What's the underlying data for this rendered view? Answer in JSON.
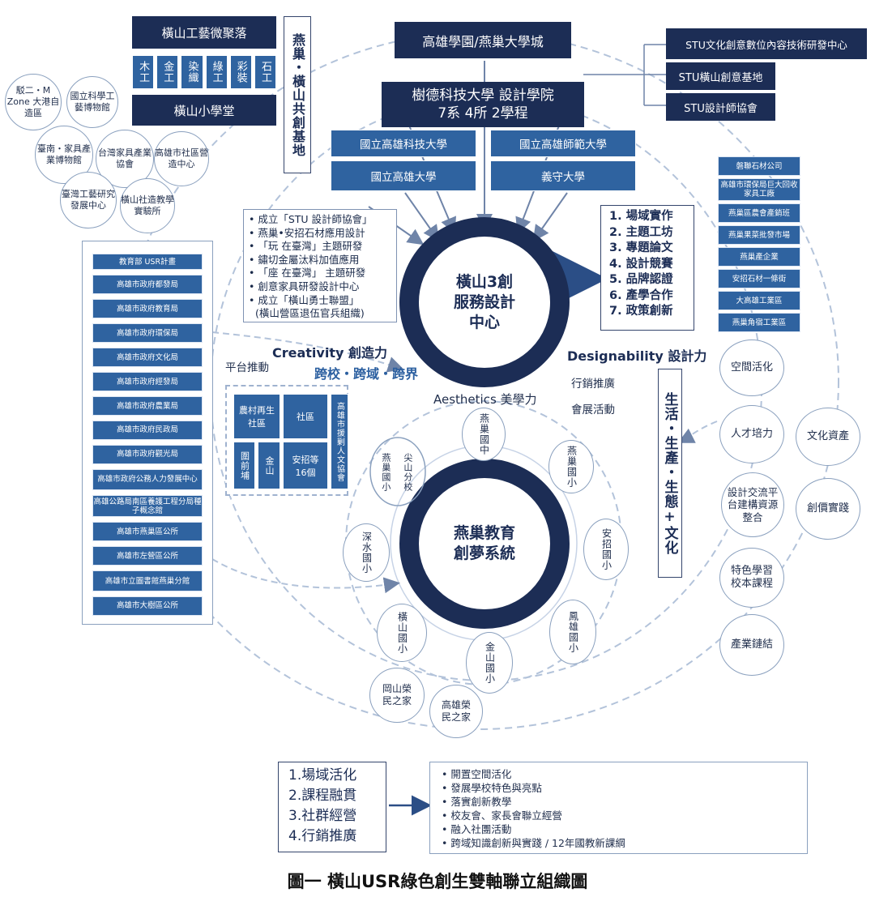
{
  "top": {
    "hengshan_crafts_cluster": "橫山工藝微聚落",
    "crafts": [
      "木工",
      "金工",
      "染織",
      "綠工",
      "彩裝",
      "石工"
    ],
    "hengshan_school": "橫山小學堂",
    "co_creation_base": "燕巢・橫山共創基地",
    "kaohsiung_city": "高雄學園/燕巢大學城",
    "stu_college_line1": "樹德科技大學 設計學院",
    "stu_college_line2": "7系 4所 2學程",
    "stu_centers": [
      "STU文化創意數位內容技術研發中心",
      "STU橫山創意基地",
      "STU設計師協會"
    ]
  },
  "universities": [
    "國立高雄科技大學",
    "國立高雄師範大學",
    "國立高雄大學",
    "義守大學"
  ],
  "left_circles": [
    "駁二・M Zone 大港自造區",
    "國立科學工藝博物館",
    "臺南・家具產業博物館",
    "台灣家具產業協會",
    "高雄市社區營造中心",
    "臺灣工藝研究發展中心",
    "橫山社造教學實驗所"
  ],
  "achievements": [
    "成立「STU 設計師協會」",
    "燕巢•安招石材應用設計",
    "「玩 在臺灣」主題研發",
    "鏽切金屬汰料加值應用",
    "「座 在臺灣」 主題研發",
    "創意家具研發設計中心",
    "成立「橫山勇士聯盟」",
    "(橫山營區退伍官兵組織)"
  ],
  "practice_list": [
    "1. 場域實作",
    "2. 主題工坊",
    "3. 專題論文",
    "4. 設計競賽",
    "5. 品牌認證",
    "6. 產學合作",
    "7. 政策創新"
  ],
  "right_orgs": [
    "磐聯石材公司",
    "高雄市環保局巨大回收家具工廠",
    "燕巢區農會產銷班",
    "燕巢果菜批發市場",
    "燕巢產企業",
    "安招石材一條街",
    "大高雄工業區",
    "燕巢角宿工業區"
  ],
  "gov_units": [
    "教育部 USR計畫",
    "高雄市政府都發局",
    "高雄市政府教育局",
    "高雄市政府環保局",
    "高雄市政府文化局",
    "高雄市政府經發局",
    "高雄市政府農業局",
    "高雄市政府民政局",
    "高雄市政府觀光局",
    "高雄市政府公務人力發展中心",
    "高雄公路局南區養護工程分局種子概念館",
    "高雄市燕巢區公所",
    "高雄市左營區公所",
    "高雄市立圖書館燕巢分館",
    "高雄市大樹區公所"
  ],
  "center_top": "橫山3創服務設計中心",
  "center_bottom": "燕巢教育創夢系統",
  "labels": {
    "creativity": "Creativity 創造力",
    "cross": "跨校・跨域・跨界",
    "designability": "Designability 設計力",
    "aesthetics": "Aesthetics 美學力",
    "platform": "平台推動",
    "marketing": "行銷推廣",
    "exhibition": "會展活動",
    "life": "生活・生產・生態+文化"
  },
  "community_boxes": [
    "農村再生社區",
    "社區",
    "高雄市援剿人文協會",
    "圍前埔",
    "金山",
    "安招等16個"
  ],
  "schools": [
    "燕巢國中",
    "燕巢國小",
    "安招國小",
    "鳳雄國小",
    "金山國小",
    "橫山國小",
    "深水國小",
    "尖山分校",
    "燕巢國小"
  ],
  "homes": [
    "岡山榮民之家",
    "高雄榮民之家"
  ],
  "right_circles": [
    "空間活化",
    "人才培力",
    "文化資產",
    "設計交流平台建構資源整合",
    "創價實踐",
    "特色學習校本課程",
    "產業鏈結"
  ],
  "bottom": {
    "left_items": [
      "1.場域活化",
      "2.課程融貫",
      "3.社群經營",
      "4.行銷推廣"
    ],
    "right_items": [
      "開置空間活化",
      "發展學校特色與亮點",
      "落實創新教學",
      "校友會、家長會聯立經營",
      "融入社團活動",
      "跨域知識創新與實踐 / 12年國教新課綱"
    ]
  },
  "caption": "圖一 橫山USR綠色創生雙軸聯立組織圖"
}
